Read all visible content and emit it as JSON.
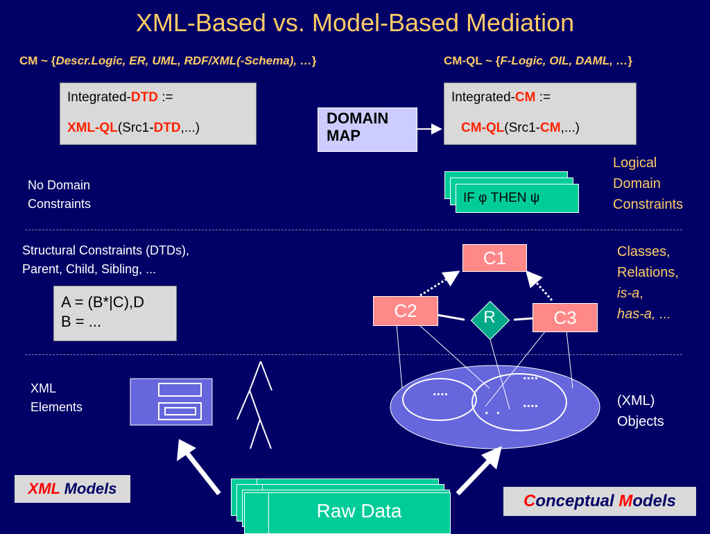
{
  "title": "XML-Based vs. Model-Based Mediation",
  "subtitles": {
    "cm_prefix": "CM ~ {",
    "cm_list": "Descr.Logic, ER, UML, RDF/XML(-Schema), …",
    "cm_suffix": "}",
    "cmql_prefix": "CM-QL ~ {",
    "cmql_list": "F-Logic, OIL, DAML, …",
    "cmql_suffix": "}"
  },
  "left_box": {
    "line1_a": "Integrated-",
    "line1_b": "DTD",
    "line1_c": " :=",
    "line2_a": "XML-QL",
    "line2_b": "(Src1-",
    "line2_c": "DTD",
    "line2_d": ",...)"
  },
  "domain_map": {
    "line1": "DOMAIN",
    "line2": "MAP"
  },
  "right_box": {
    "line1_a": "Integrated-",
    "line1_b": "CM",
    "line1_c": " :=",
    "line2_a": "CM-QL",
    "line2_b": "(Src1-",
    "line2_c": "CM",
    "line2_d": ",...)"
  },
  "no_domain": {
    "line1": "No Domain",
    "line2": "Constraints"
  },
  "logical": {
    "line1": "Logical",
    "line2": "Domain",
    "line3": "Constraints"
  },
  "rule": {
    "text": "IF φ THEN ψ"
  },
  "structural": {
    "line1": "Structural Constraints (DTDs),",
    "line2": "Parent, Child, Sibling, ..."
  },
  "dtd_box": {
    "line1": "A = (B*|C),D",
    "line2": "B = ..."
  },
  "classes_text": {
    "line1": "Classes,",
    "line2": "Relations,",
    "line3": "is-a",
    "line3_suffix": ",",
    "line4": "has-a, ..."
  },
  "nodes": {
    "c1": "C1",
    "c2": "C2",
    "c3": "C3",
    "r": "R"
  },
  "xml_elements": {
    "line1": "XML",
    "line2": "Elements"
  },
  "objects": {
    "line1": "(XML)",
    "line2": "Objects"
  },
  "ellipsis": {
    "a": "....",
    "b": "....",
    "c": "....",
    "dots": ".  ."
  },
  "raw_data": "Raw Data",
  "xml_models": {
    "a": "XML",
    "b": " Models"
  },
  "conceptual": {
    "a": "C",
    "b": "onceptual ",
    "c": "M",
    "d": "odels"
  }
}
